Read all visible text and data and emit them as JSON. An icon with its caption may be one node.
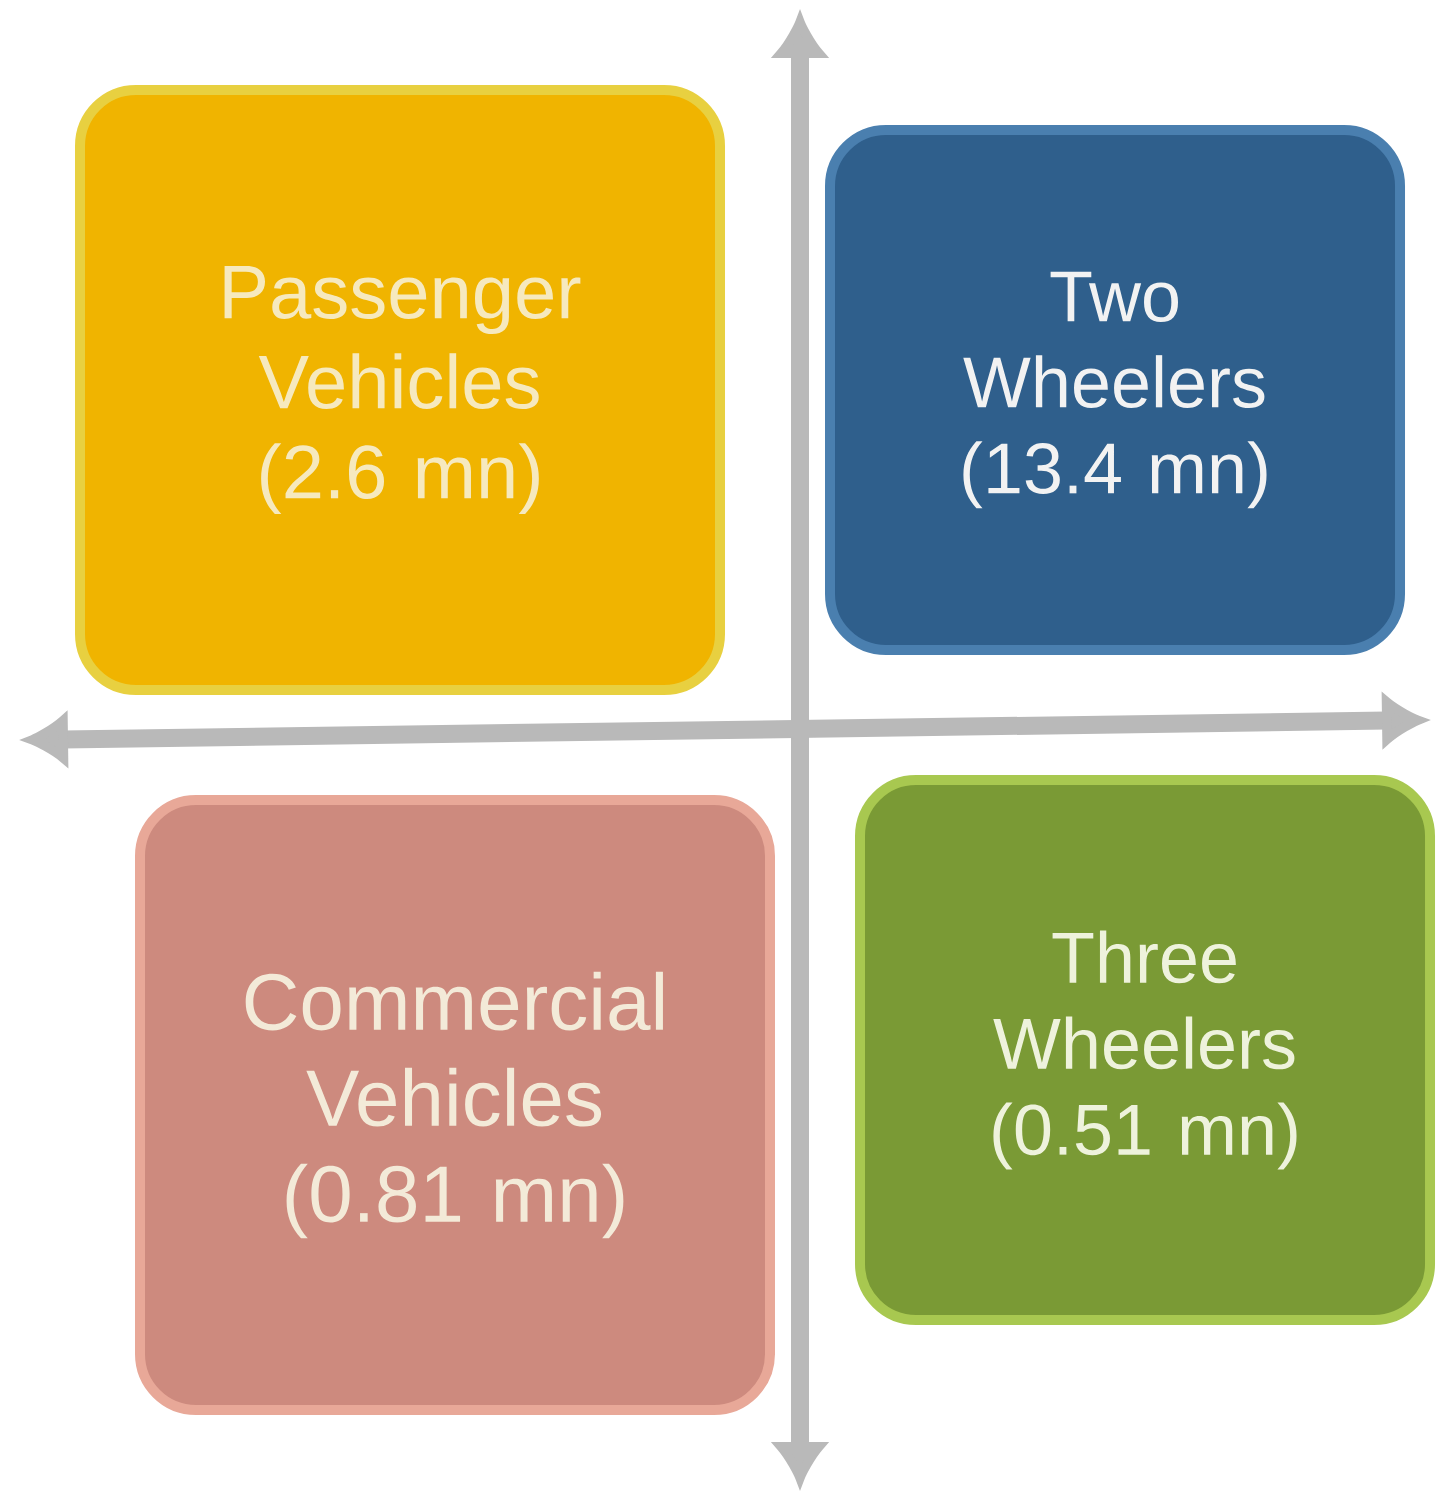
{
  "diagram": {
    "nodes": [
      {
        "text": [
          "Passenger Vehicles (2.6 mn)"
        ]
      },
      {
        "text": [
          "Two Wheelers (13.4 mn)"
        ]
      },
      {
        "text": [
          "Commercial Vehicles (0.81 mn)"
        ]
      },
      {
        "text": [
          "Three Wheelers (0.51 mn)"
        ]
      }
    ]
  }
}
